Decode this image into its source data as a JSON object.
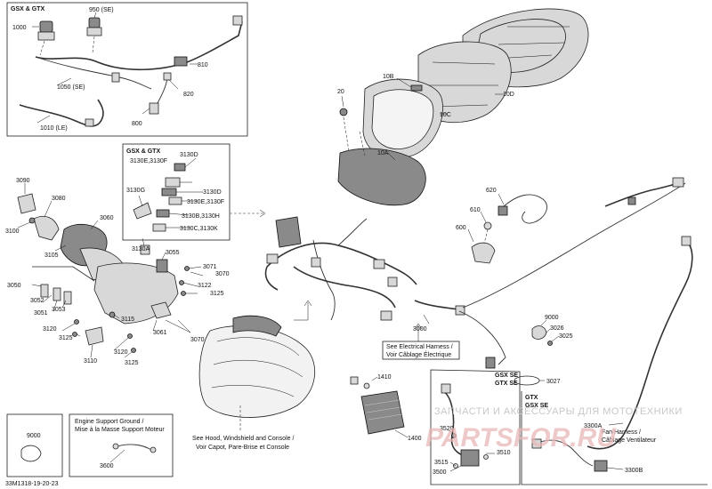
{
  "part_labels": {
    "p1000": "1000",
    "p950": "950 (SE)",
    "p810": "810",
    "p820": "820",
    "p1050": "1050 (SE)",
    "p1010": "1010 (LE)",
    "p800": "800",
    "p20": "20",
    "p10B": "10B",
    "p10C": "10C",
    "p10D": "10D",
    "p10A": "10A",
    "p3130D": "3130D",
    "p3130E3130F": "3130E,3130F",
    "p3130G": "3130G",
    "p3130D_b": "3130D",
    "p3130E3130F_b": "3130E,3130F",
    "p3130B3130H": "3130B,3130H",
    "p3130C3130K": "3130C,3130K",
    "p3090": "3090",
    "p3080": "3080",
    "p3060": "3060",
    "p3100": "3100",
    "p3105": "3105",
    "p3130A": "3130A",
    "p3055": "3055",
    "p3071": "3071",
    "p3070": "3070",
    "p3122": "3122",
    "p3125a": "3125",
    "p3050": "3050",
    "p3052": "3052",
    "p3051": "3051",
    "p3053": "3053",
    "p3115": "3115",
    "p3061": "3061",
    "p3070b": "3070",
    "p3120": "3120",
    "p3125b": "3125",
    "p3110": "3110",
    "p3120b": "3120",
    "p3125c": "3125",
    "p620": "620",
    "p610": "610",
    "p600": "600",
    "p3000": "3000",
    "p9000": "9000",
    "p3026": "3026",
    "p3025": "3025",
    "p3027": "3027",
    "p1410": "1410",
    "p1400": "1400",
    "p3520": "3520",
    "p3515": "3515",
    "p3500": "3500",
    "p3510": "3510",
    "p3300A": "3300A",
    "p3300B": "3300B",
    "p9000b": "9000",
    "p3600": "3600"
  },
  "boxes": {
    "top_left_title": "GSX & GTX",
    "inset_title": "GSX & GTX",
    "gsx_se_gtx_se_1": "GSX SE",
    "gsx_se_gtx_se_2": "GTX SE",
    "gtx_gsx_se_1": "GTX",
    "gtx_gsx_se_2": "GSX SE"
  },
  "notes": {
    "electrical_1": "See Electrical Harness /",
    "electrical_2": "Voir Câblage Électrique",
    "hood_1": "See Hood, Windshield and Console /",
    "hood_2": "Voir Capot, Pare-Brise et Console",
    "ground_1": "Engine Support Ground /",
    "ground_2": "Mise à la Masse Support Moteur",
    "fan_1": "Fan Harness /",
    "fan_2": "Câblage Ventilateur"
  },
  "diagram_code": "33M1318-19-20-23",
  "watermark": {
    "line1": "ЗАПЧАСТИ И АКСЕССУАРЫ ДЛЯ МОТОТЕХНИКИ",
    "line2": "PARTSFOR.RU"
  }
}
